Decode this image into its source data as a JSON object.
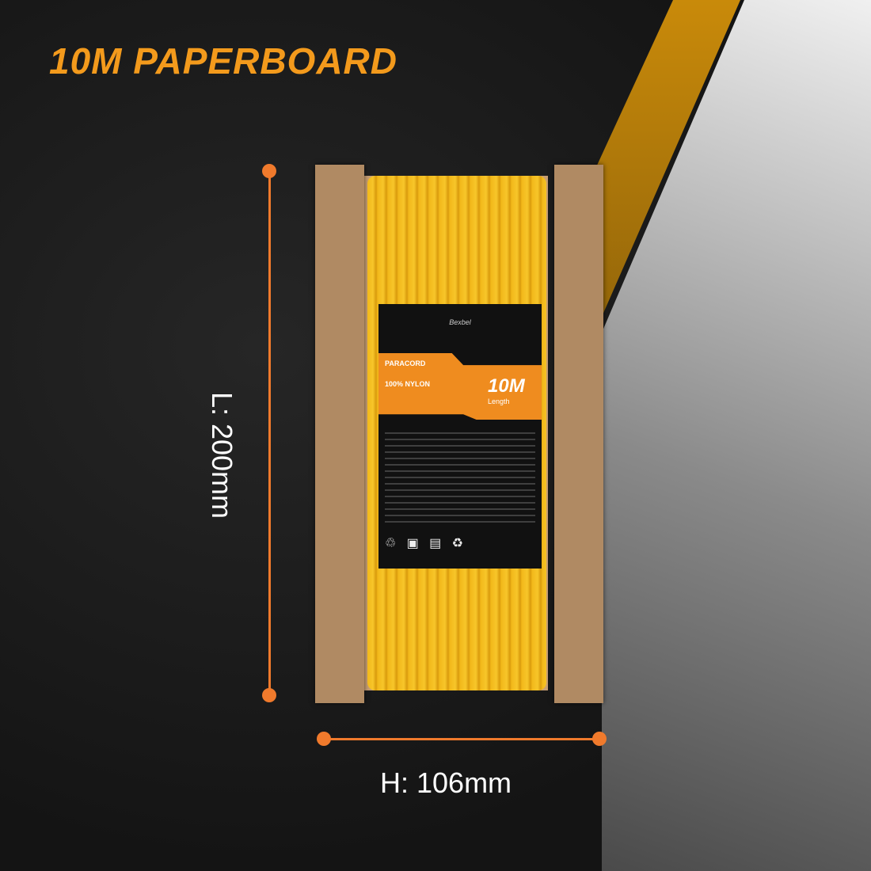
{
  "title": "10M PAPERBOARD",
  "product": {
    "brand": "Bexbel",
    "label_line1": "PARACORD",
    "label_line2": "100% NYLON",
    "length_value": "10M",
    "length_caption": "Length",
    "icons": [
      "recycle-mark",
      "recycle-icon"
    ],
    "colors": {
      "cord": "#f2b81a",
      "accent": "#ef8c1f",
      "board": "#b08a63"
    }
  },
  "dimensions": {
    "length_label": "L: 200mm",
    "height_label": "H: 106mm",
    "line_color": "#f07a2c"
  }
}
